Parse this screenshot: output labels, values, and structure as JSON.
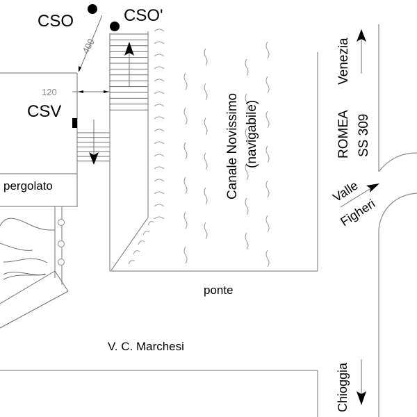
{
  "map": {
    "title": "Planimetria Canale Novissimo",
    "labels": {
      "cso": "CSO",
      "cso_prime": "CSO'",
      "csv": "CSV",
      "dim_400": "400",
      "dim_120": "120",
      "pergolato": "pergolato",
      "canal_name": "Canale Novissimo",
      "canal_note": "(navigabile)",
      "ponte": "ponte",
      "street": "V. C. Marchesi",
      "road_name": "ROMEA",
      "road_dir_north": "Venezia",
      "road_code": "SS 309",
      "side_road_top": "Valle",
      "side_road_bottom": "Figheri",
      "road_dir_south": "Chioggia"
    },
    "colors": {
      "line": "#8a8a8a",
      "text": "#000000",
      "marker": "#000000",
      "background": "#ffffff"
    },
    "icons": {
      "station_marker": "filled-circle",
      "direction_arrow": "arrow-head",
      "water": "wave-lines",
      "stairs": "hatched-steps"
    }
  }
}
